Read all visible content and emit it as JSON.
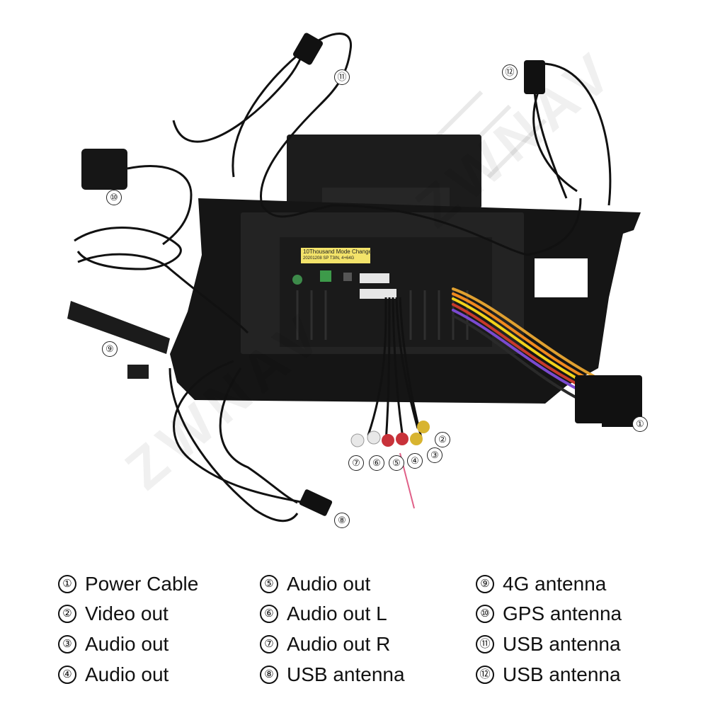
{
  "watermark": "ZWNAV",
  "sticker": {
    "title": "10Thousand Mode Change",
    "subtitle": "20201208 SP T3IN, 4+64G"
  },
  "callouts": [
    "①",
    "②",
    "③",
    "④",
    "⑤",
    "⑥",
    "⑦",
    "⑧",
    "⑨",
    "⑩",
    "⑪",
    "⑫"
  ],
  "legend": {
    "items": [
      {
        "num": "①",
        "label": "Power Cable"
      },
      {
        "num": "②",
        "label": "Video out"
      },
      {
        "num": "③",
        "label": "Audio out"
      },
      {
        "num": "④",
        "label": "Audio out"
      },
      {
        "num": "⑤",
        "label": "Audio out"
      },
      {
        "num": "⑥",
        "label": "Audio out L"
      },
      {
        "num": "⑦",
        "label": "Audio out R"
      },
      {
        "num": "⑧",
        "label": "USB antenna"
      },
      {
        "num": "⑨",
        "label": "4G antenna"
      },
      {
        "num": "⑩",
        "label": "GPS antenna"
      },
      {
        "num": "⑪",
        "label": "USB antenna"
      },
      {
        "num": "⑫",
        "label": "USB antenna"
      }
    ]
  },
  "colors": {
    "frame": "#151515",
    "body": "#232323",
    "cable": "#111111",
    "rca_red": "#c8323a",
    "rca_yellow": "#d8b430",
    "rca_white": "#e8e8e8",
    "wire_orange": "#f08a1e",
    "wire_yellow": "#f2d21a",
    "sticker": "#f3e36a"
  }
}
